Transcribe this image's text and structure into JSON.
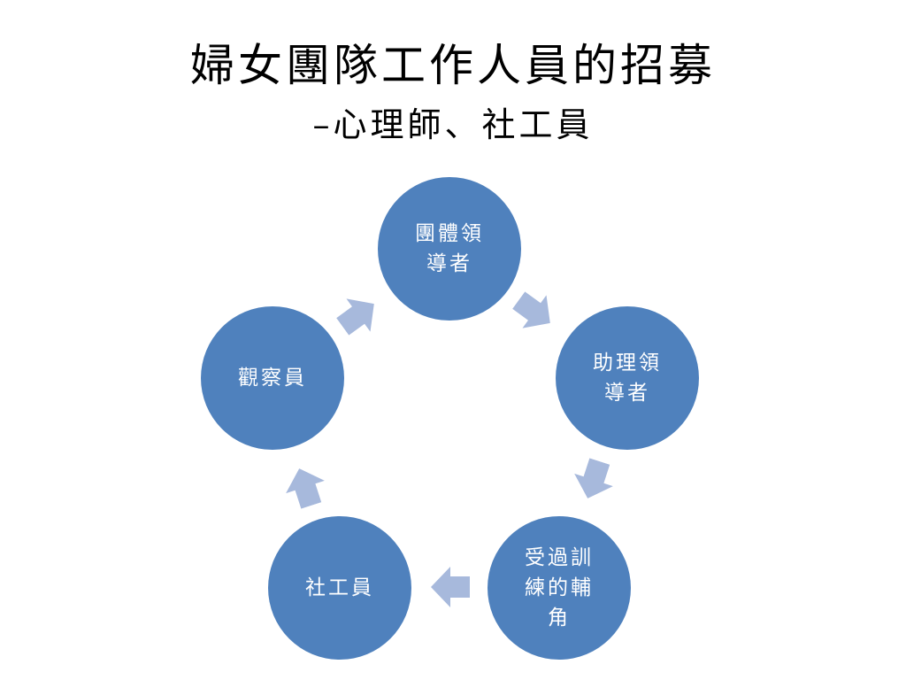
{
  "slide": {
    "title": "婦女團隊工作人員的招募",
    "subtitle": "–心理師、社工員"
  },
  "cycle": {
    "nodes": [
      {
        "label": "團體領\n導者"
      },
      {
        "label": "助理領\n導者"
      },
      {
        "label": "受過訓\n練的輔\n角"
      },
      {
        "label": "社工員"
      },
      {
        "label": "觀察員"
      }
    ],
    "colors": {
      "node_fill": "#4f81bd",
      "arrow_fill": "#a7b9dc",
      "node_text": "#ffffff"
    },
    "arrow_icon": "right-arrow-icon"
  }
}
